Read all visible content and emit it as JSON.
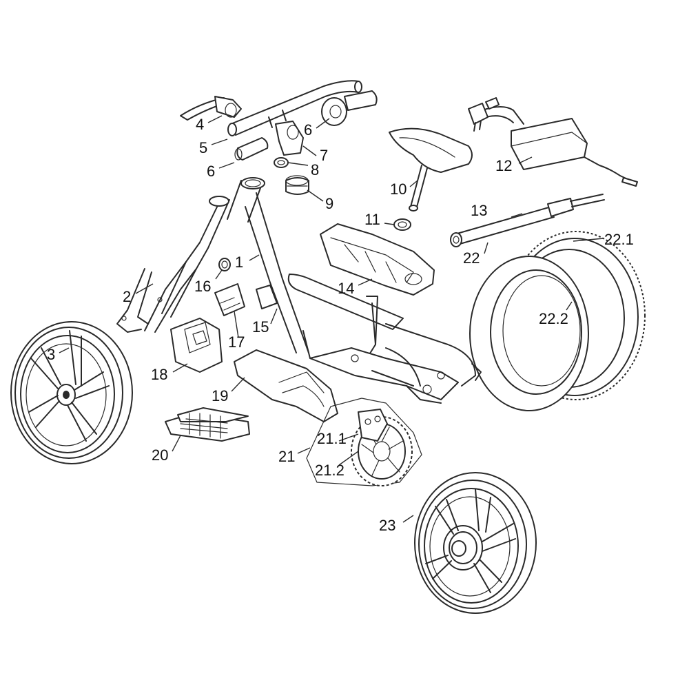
{
  "labels": {
    "l1": "1",
    "l2": "2",
    "l3": "3",
    "l4": "4",
    "l5": "5",
    "l6a": "6",
    "l6b": "6",
    "l7": "7",
    "l8": "8",
    "l9": "9",
    "l10": "10",
    "l11": "11",
    "l12": "12",
    "l13": "13",
    "l14": "14",
    "l15": "15",
    "l16": "16",
    "l17": "17",
    "l18": "18",
    "l19": "19",
    "l20": "20",
    "l21": "21",
    "l21_1": "21.1",
    "l21_2": "21.2",
    "l22": "22",
    "l22_1": "22.1",
    "l22_2": "22.2",
    "l23": "23"
  },
  "colors": {
    "line": "#2a2a2a",
    "background": "#ffffff"
  }
}
